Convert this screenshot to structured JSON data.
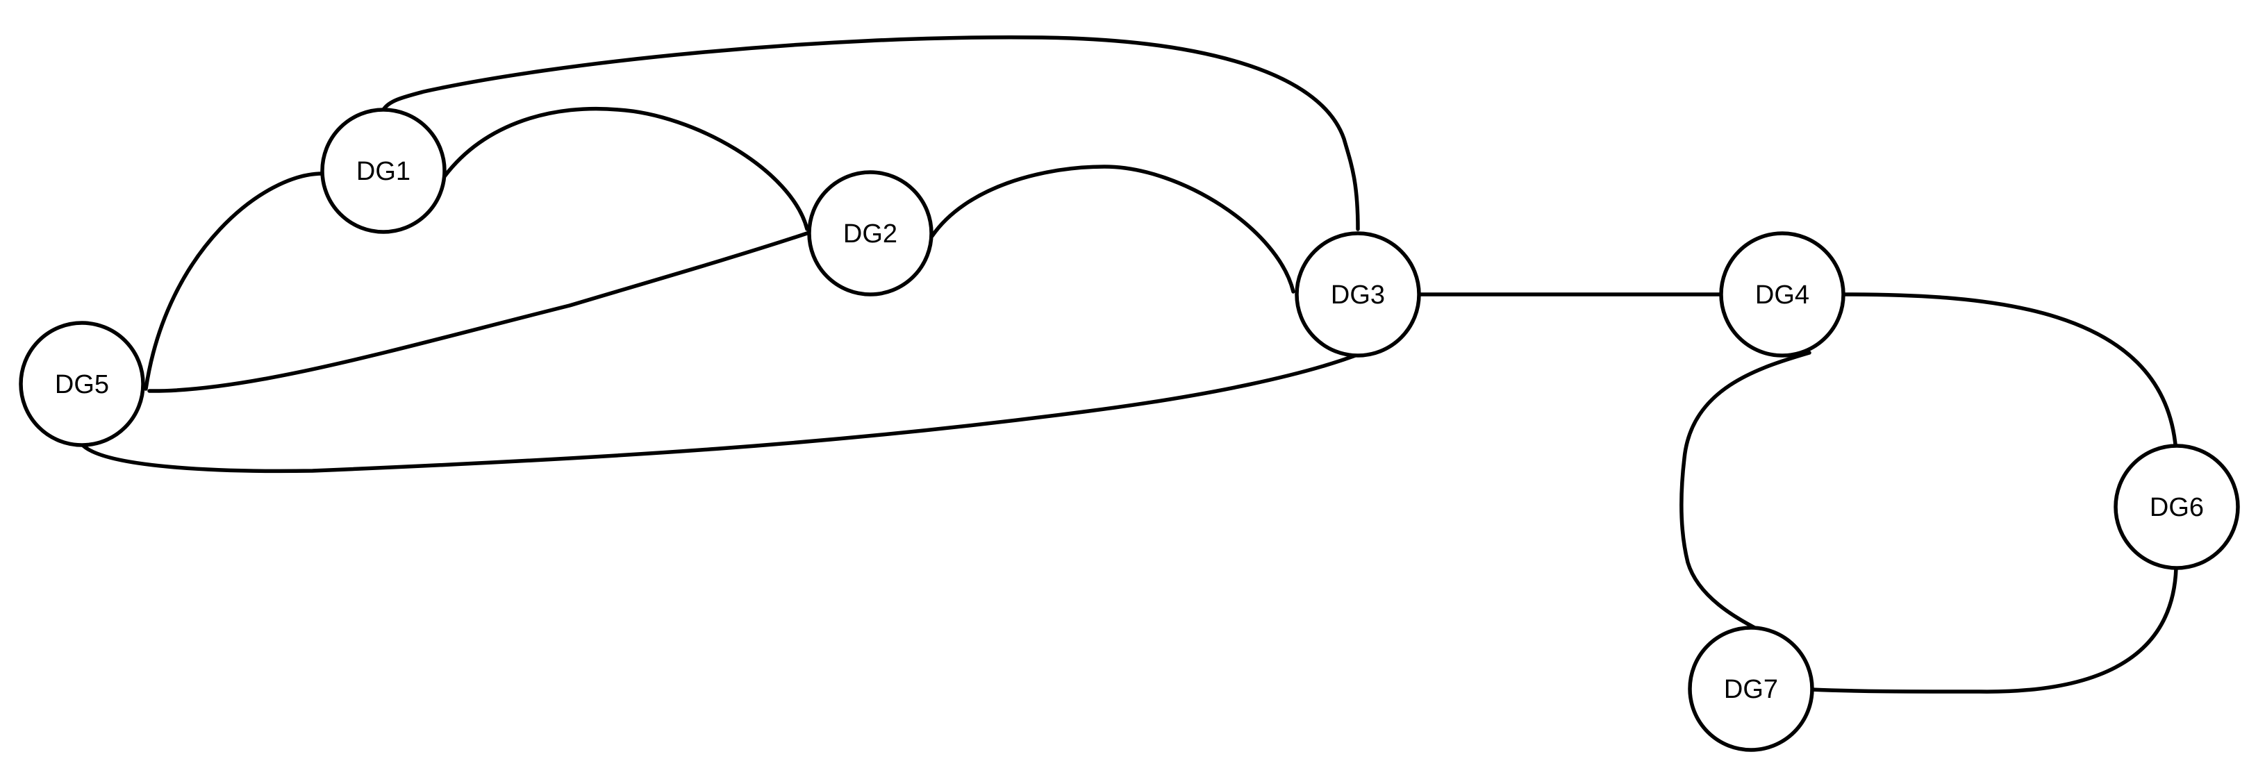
{
  "diagram": {
    "type": "graph",
    "nodes": [
      {
        "id": "DG1",
        "label": "DG1"
      },
      {
        "id": "DG2",
        "label": "DG2"
      },
      {
        "id": "DG3",
        "label": "DG3"
      },
      {
        "id": "DG4",
        "label": "DG4"
      },
      {
        "id": "DG5",
        "label": "DG5"
      },
      {
        "id": "DG6",
        "label": "DG6"
      },
      {
        "id": "DG7",
        "label": "DG7"
      }
    ],
    "edges": [
      {
        "from": "DG1",
        "to": "DG3"
      },
      {
        "from": "DG1",
        "to": "DG2"
      },
      {
        "from": "DG1",
        "to": "DG5"
      },
      {
        "from": "DG2",
        "to": "DG3"
      },
      {
        "from": "DG2",
        "to": "DG5"
      },
      {
        "from": "DG3",
        "to": "DG5"
      },
      {
        "from": "DG3",
        "to": "DG4"
      },
      {
        "from": "DG4",
        "to": "DG6"
      },
      {
        "from": "DG4",
        "to": "DG7"
      },
      {
        "from": "DG6",
        "to": "DG7"
      }
    ],
    "colors": {
      "stroke": "#000000",
      "node_fill": "#ffffff",
      "background": "#ffffff"
    }
  }
}
